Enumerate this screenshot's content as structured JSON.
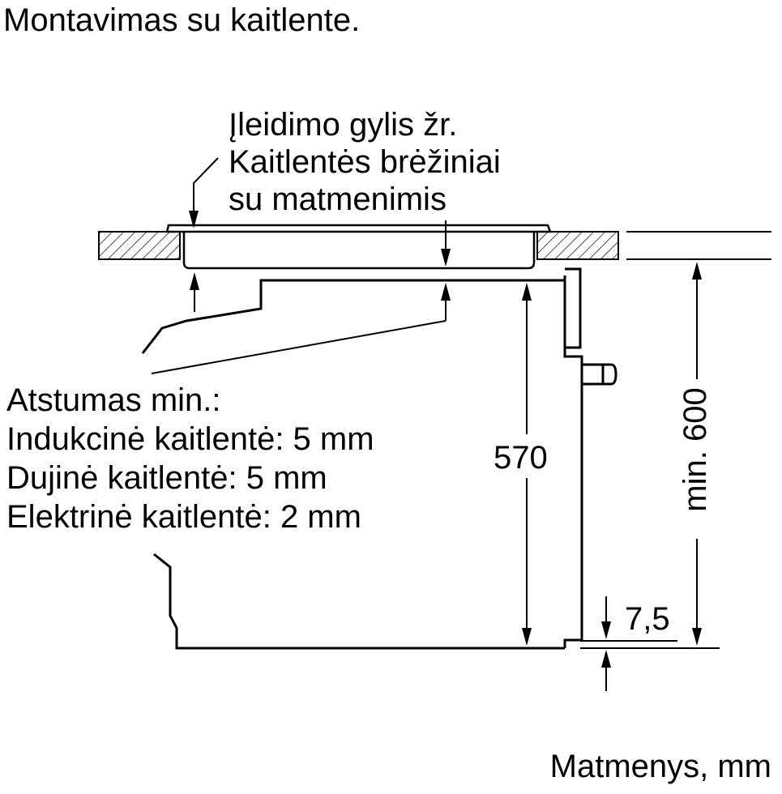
{
  "title": "Montavimas su kaitlente.",
  "depth_note": {
    "line1": "Įleidimo gylis žr.",
    "line2": "Kaitlentės brėžiniai",
    "line3": "su matmenimis"
  },
  "distance_note": {
    "heading": "Atstumas min.:",
    "induction": "Indukcinė kaitlentė: 5 mm",
    "gas": "Dujinė kaitlentė: 5 mm",
    "electric": "Elektrinė kaitlentė: 2 mm"
  },
  "dimensions": {
    "oven_height": "570",
    "niche_height": "min. 600",
    "bottom_gap": "7,5"
  },
  "units_label": "Matmenys, mm",
  "colors": {
    "line": "#000000",
    "background": "#ffffff"
  }
}
